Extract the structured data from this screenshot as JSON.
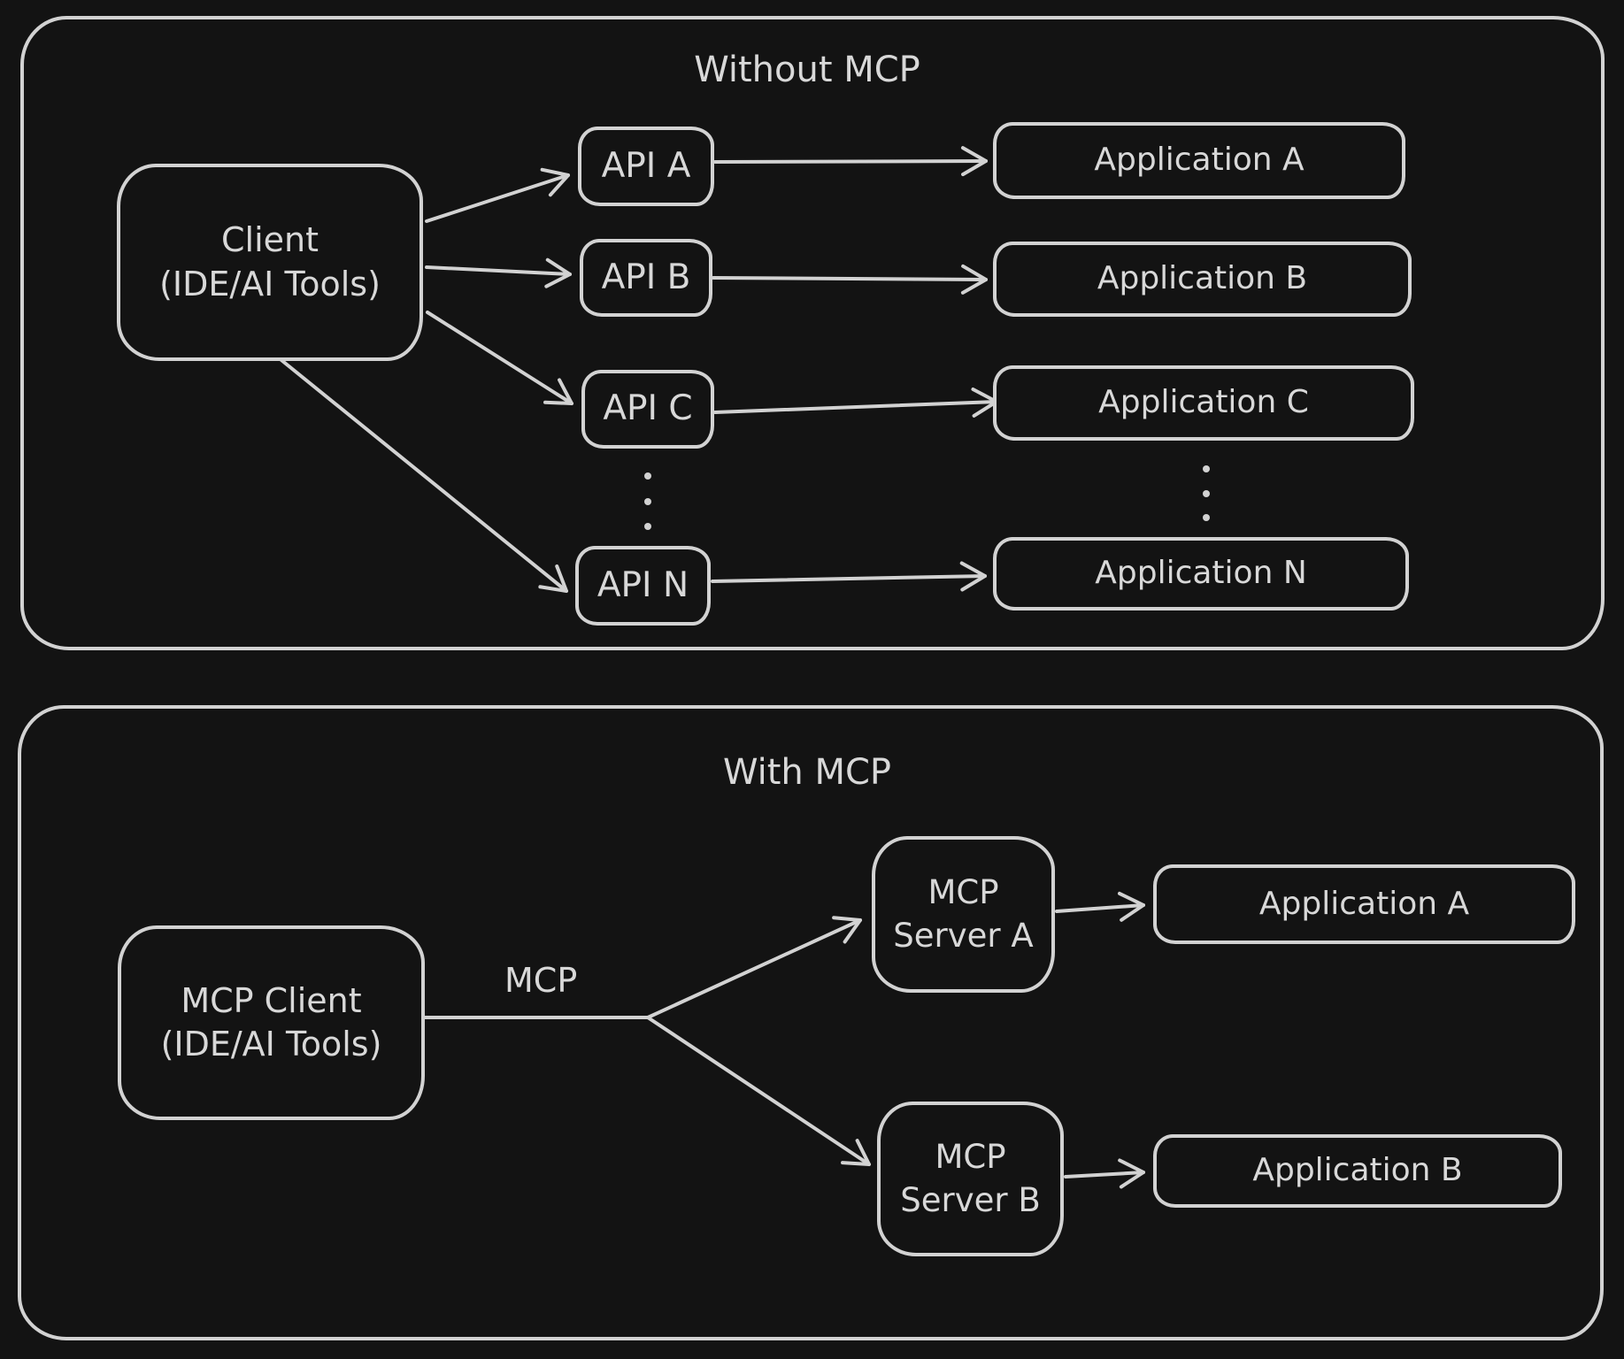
{
  "colors": {
    "background": "#131313",
    "stroke": "#d2d2d2",
    "text": "#d8d8d8"
  },
  "without_mcp": {
    "title": "Without MCP",
    "client": {
      "line1": "Client",
      "line2": "(IDE/AI Tools)"
    },
    "apis": [
      {
        "label": "API A"
      },
      {
        "label": "API B"
      },
      {
        "label": "API C"
      },
      {
        "label": "API N"
      }
    ],
    "apps": [
      {
        "label": "Application A"
      },
      {
        "label": "Application B"
      },
      {
        "label": "Application C"
      },
      {
        "label": "Application N"
      }
    ]
  },
  "with_mcp": {
    "title": "With MCP",
    "client": {
      "line1": "MCP Client",
      "line2": "(IDE/AI Tools)"
    },
    "protocol_label": "MCP",
    "servers": [
      {
        "line1": "MCP",
        "line2": "Server A"
      },
      {
        "line1": "MCP",
        "line2": "Server B"
      }
    ],
    "apps": [
      {
        "label": "Application A"
      },
      {
        "label": "Application B"
      }
    ]
  }
}
